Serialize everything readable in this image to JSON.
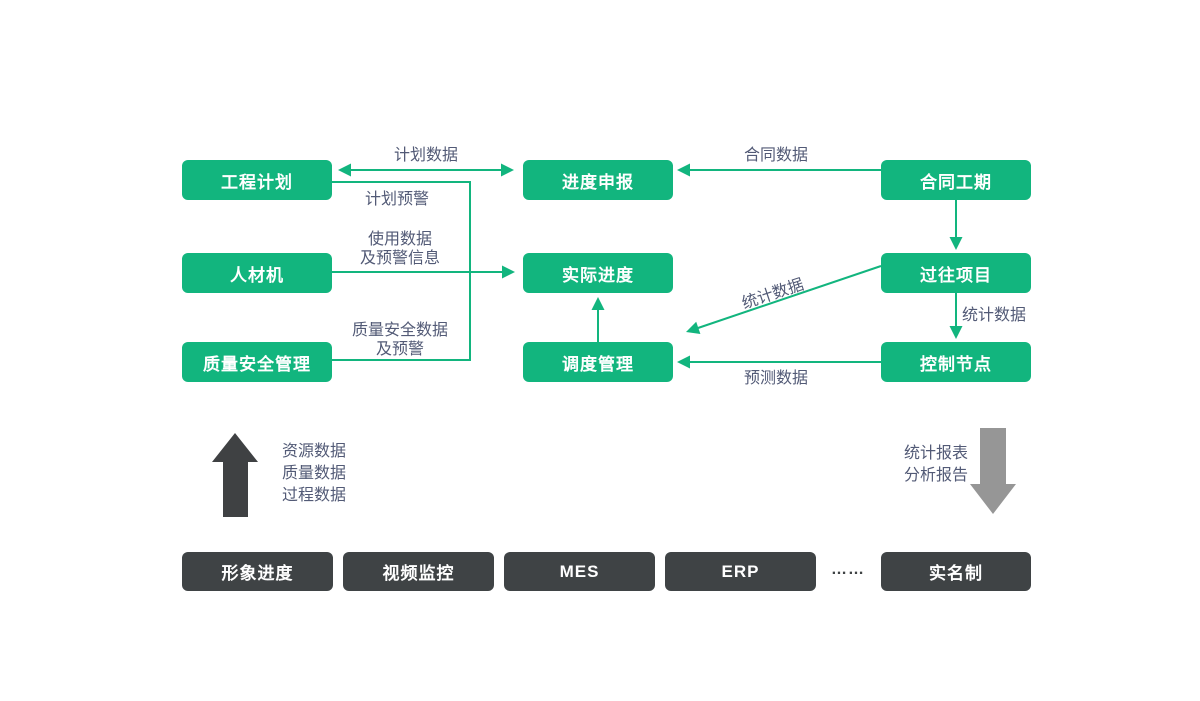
{
  "palette": {
    "green": "#12b57e",
    "dark_box": "#3f4345",
    "up_arrow": "#3f4143",
    "down_arrow": "#969696",
    "label_text": "#525a76",
    "box_text": "#ffffff"
  },
  "nodes": {
    "engineering_plan": "工程计划",
    "progress_report": "进度申报",
    "contract_duration": "合同工期",
    "man_material_machine": "人材机",
    "actual_progress": "实际进度",
    "past_projects": "过往项目",
    "quality_safety_mgmt": "质量安全管理",
    "dispatch_mgmt": "调度管理",
    "control_nodes": "控制节点"
  },
  "edges": {
    "plan_data": "计划数据",
    "plan_warning": "计划预警",
    "usage_lines": [
      "使用数据",
      "及预警信息"
    ],
    "quality_lines": [
      "质量安全数据",
      "及预警"
    ],
    "contract_data": "合同数据",
    "stats_diagonal": "统计数据",
    "stats_vertical": "统计数据",
    "forecast_data": "预测数据"
  },
  "up_flow": {
    "lines": [
      "资源数据",
      "质量数据",
      "过程数据"
    ]
  },
  "down_flow": {
    "lines": [
      "统计报表",
      "分析报告"
    ]
  },
  "sources": {
    "items": [
      "形象进度",
      "视频监控",
      "MES",
      "ERP",
      "实名制"
    ],
    "ellipsis": "……"
  }
}
